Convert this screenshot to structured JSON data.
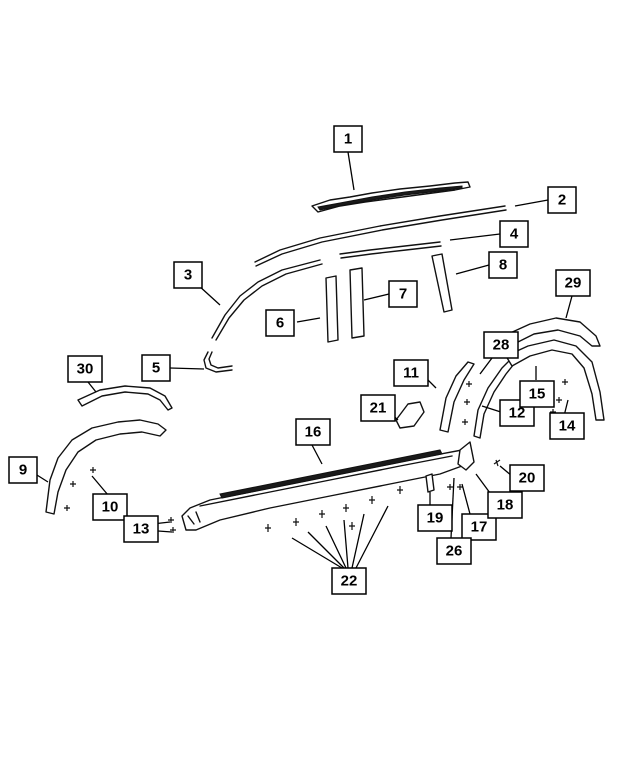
{
  "callouts": [
    {
      "label": "1"
    },
    {
      "label": "2"
    },
    {
      "label": "3"
    },
    {
      "label": "4"
    },
    {
      "label": "5"
    },
    {
      "label": "6"
    },
    {
      "label": "7"
    },
    {
      "label": "8"
    },
    {
      "label": "9"
    },
    {
      "label": "10"
    },
    {
      "label": "11"
    },
    {
      "label": "12"
    },
    {
      "label": "13"
    },
    {
      "label": "14"
    },
    {
      "label": "15"
    },
    {
      "label": "16"
    },
    {
      "label": "17"
    },
    {
      "label": "18"
    },
    {
      "label": "19"
    },
    {
      "label": "20"
    },
    {
      "label": "21"
    },
    {
      "label": "22"
    },
    {
      "label": "26"
    },
    {
      "label": "28"
    },
    {
      "label": "29"
    },
    {
      "label": "30"
    }
  ],
  "colors": {
    "line": "#000000",
    "background": "#ffffff"
  }
}
